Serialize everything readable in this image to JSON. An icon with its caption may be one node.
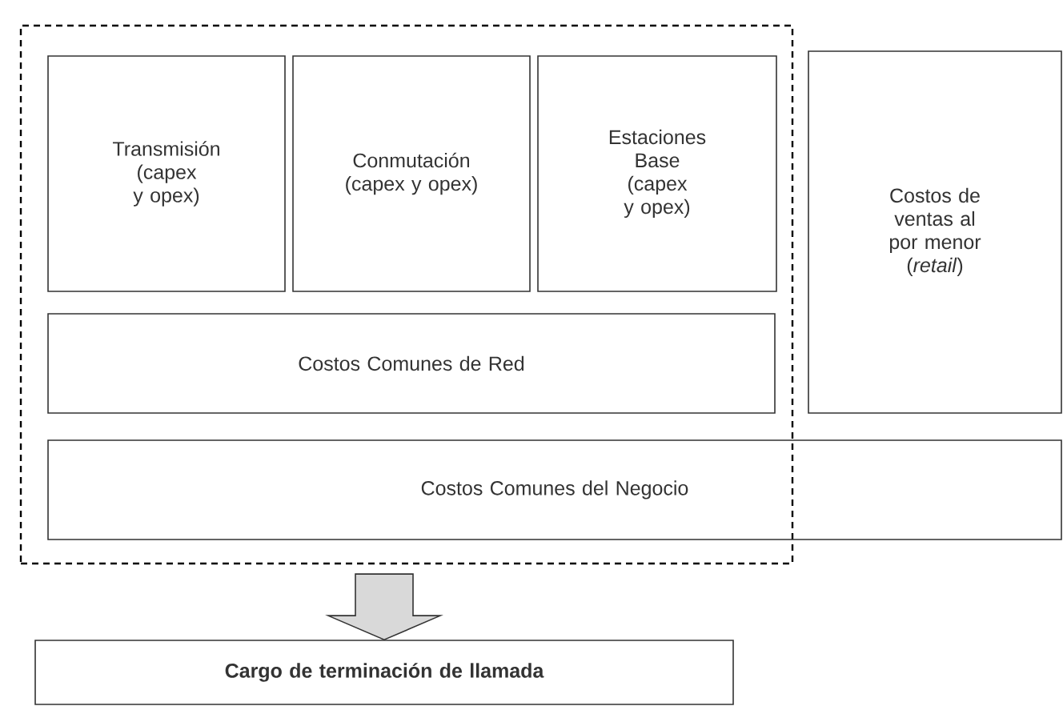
{
  "diagram": {
    "nodes": [
      {
        "text": [],
        "shape": "box"
      },
      {
        "text": [
          "Transmisión (capex y opex)"
        ],
        "in": 0
      },
      {
        "text": [
          "Conmutación (capex y opex)"
        ],
        "in": 0
      },
      {
        "text": [
          "Estaciones Base (capex y opex)"
        ],
        "in": 0
      },
      {
        "text": [
          "Costos Comunes de Red"
        ],
        "in": 0
      },
      {
        "text": [
          "Costos de ventas al por menor (*retail*)"
        ]
      },
      {
        "text": [
          "Costos Comunes del Negocio"
        ]
      },
      {
        "text": [
          "Cargo de terminación de llamada"
        ]
      }
    ],
    "edges": [
      {
        "from": 0,
        "to": 7,
        "arrow": "to"
      }
    ]
  }
}
